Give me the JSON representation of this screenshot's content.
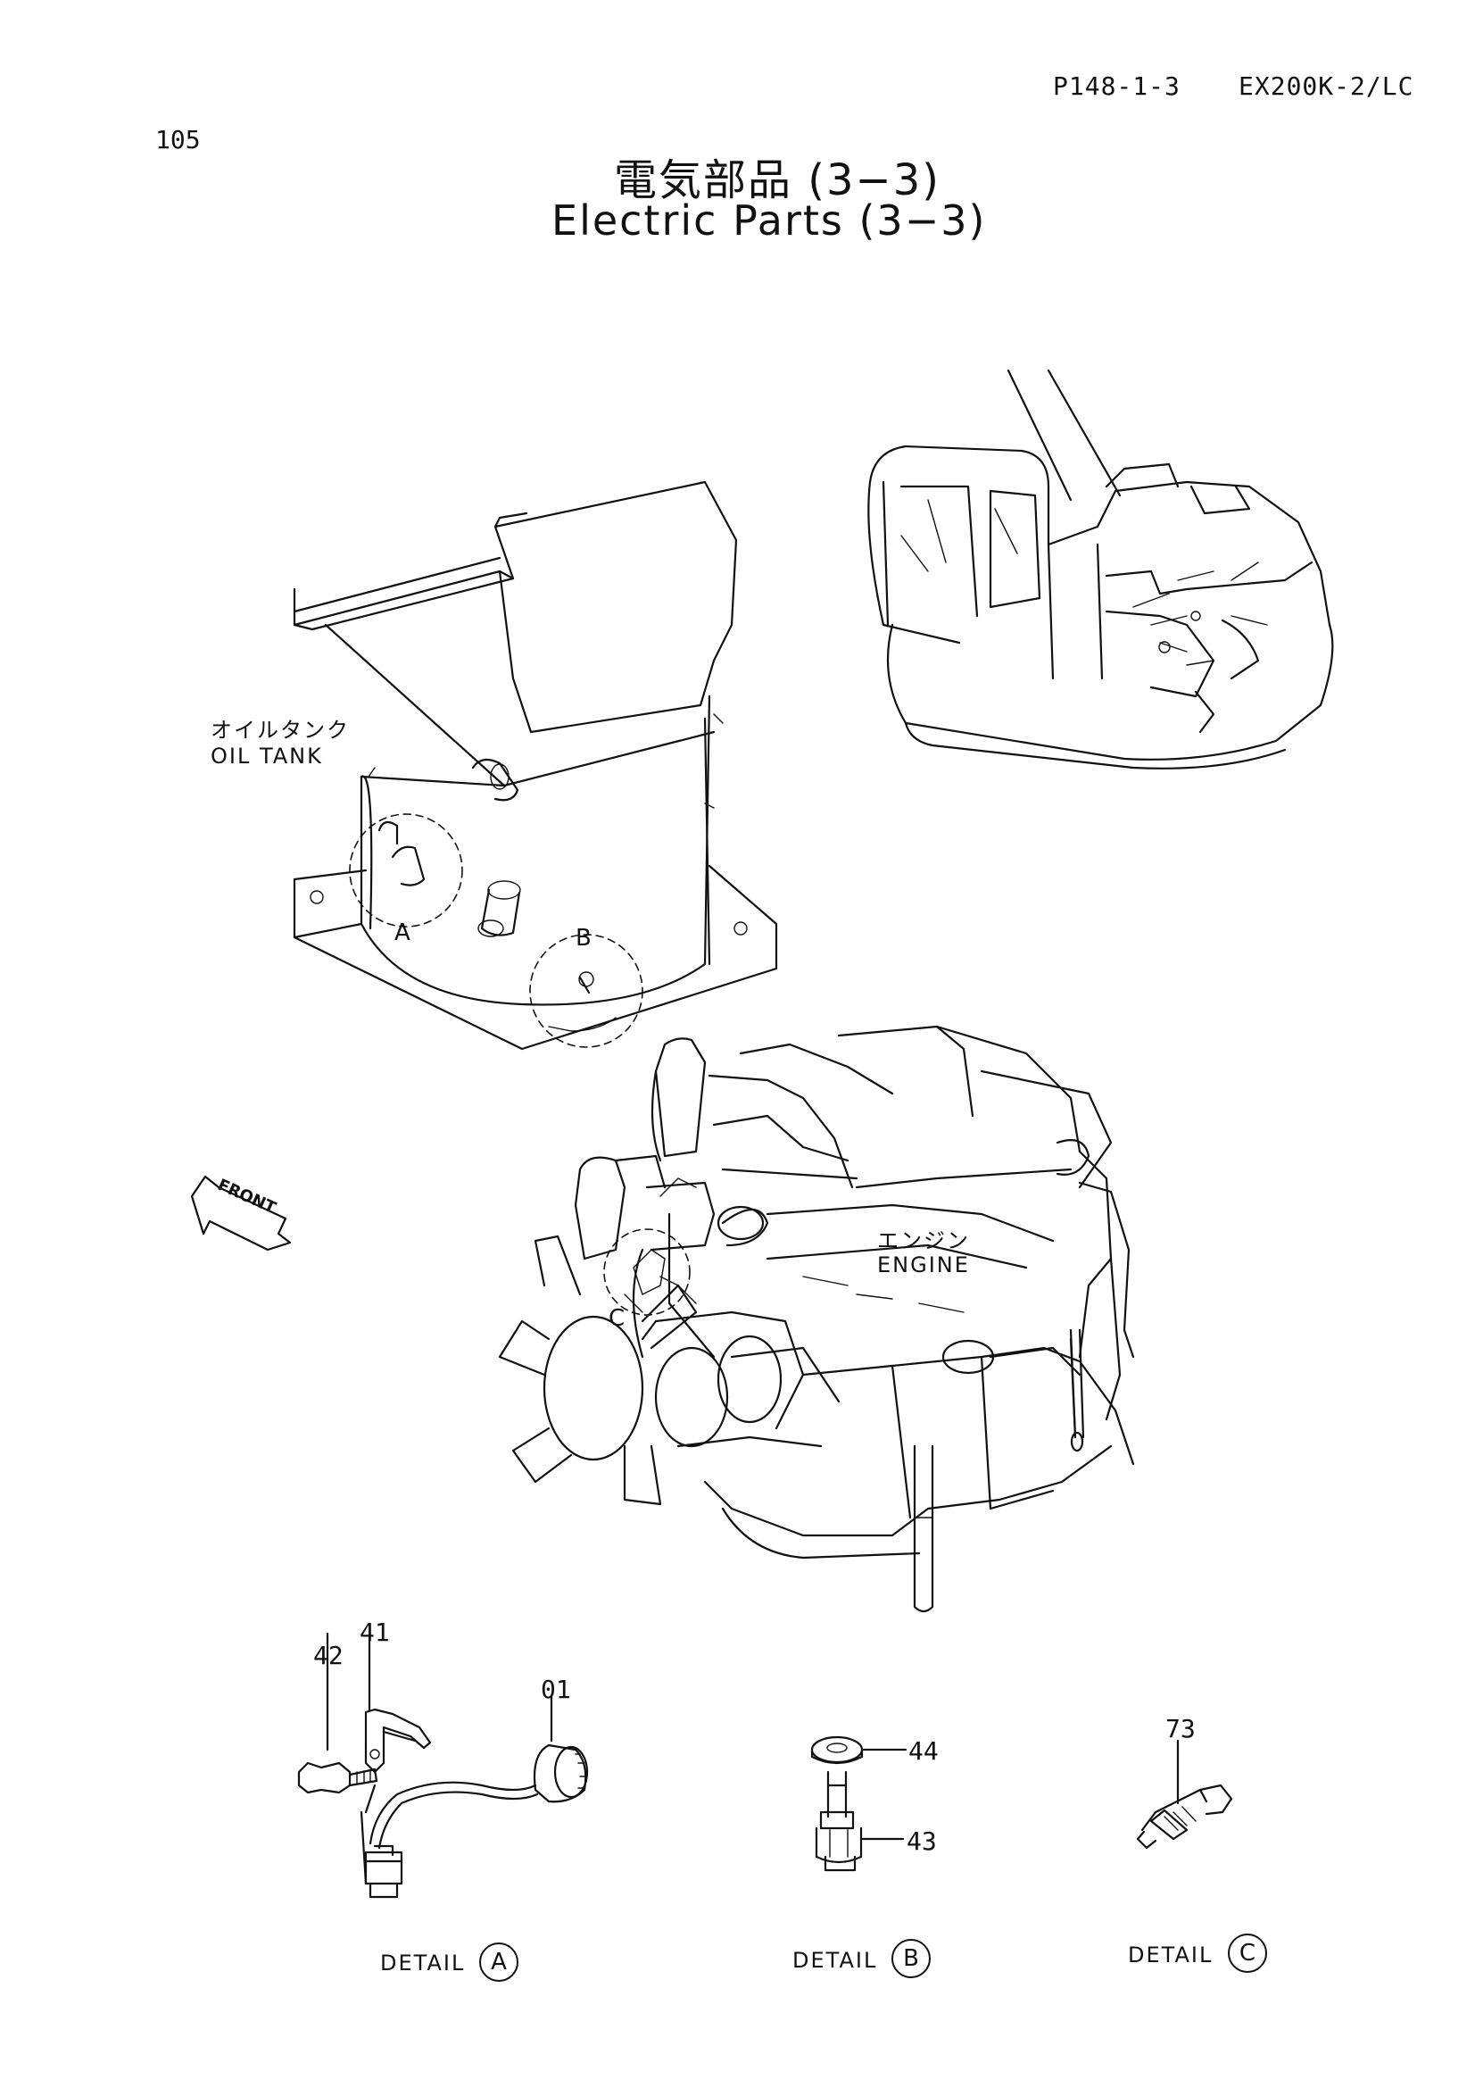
{
  "header": {
    "page_code": "P148-1-3",
    "model": "EX200K-2/LC",
    "page_number": "105"
  },
  "title": {
    "japanese": "電気部品 (3−3)",
    "english": "Electric Parts (3−3)"
  },
  "labels": {
    "oil_tank_jp": "オイルタンク",
    "oil_tank_en": "OIL TANK",
    "engine_jp": "エンジン",
    "engine_en": "ENGINE",
    "front": "FRONT"
  },
  "callouts": {
    "a": "A",
    "b": "B",
    "c": "C"
  },
  "part_numbers": {
    "p42": "42",
    "p41": "41",
    "p01": "01",
    "p44": "44",
    "p43": "43",
    "p73": "73"
  },
  "details": [
    {
      "label": "DETAIL",
      "letter": "A"
    },
    {
      "label": "DETAIL",
      "letter": "B"
    },
    {
      "label": "DETAIL",
      "letter": "C"
    }
  ]
}
